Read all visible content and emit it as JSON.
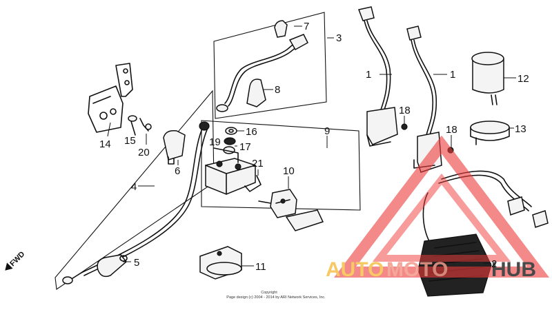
{
  "callouts": [
    "1",
    "1",
    "2",
    "3",
    "4",
    "5",
    "6",
    "7",
    "8",
    "9",
    "10",
    "11",
    "12",
    "13",
    "14",
    "15",
    "16",
    "17",
    "18",
    "18",
    "19",
    "20",
    "21"
  ],
  "direction_label": "FWD",
  "copyright": {
    "line1": "Copyright",
    "line2": "Page design (c) 2004 - 2014 by ARI Network Services, Inc."
  },
  "watermark": {
    "text_left": "AUTO",
    "text_mid": "MOTO",
    "text_right": "HUB",
    "colors": {
      "auto": "#f5c04a",
      "moto": "#f29a8a",
      "hub": "#2a2a2a",
      "triangle": "#ee3b3b"
    }
  },
  "colors": {
    "line": "#111111",
    "background": "#ffffff"
  }
}
